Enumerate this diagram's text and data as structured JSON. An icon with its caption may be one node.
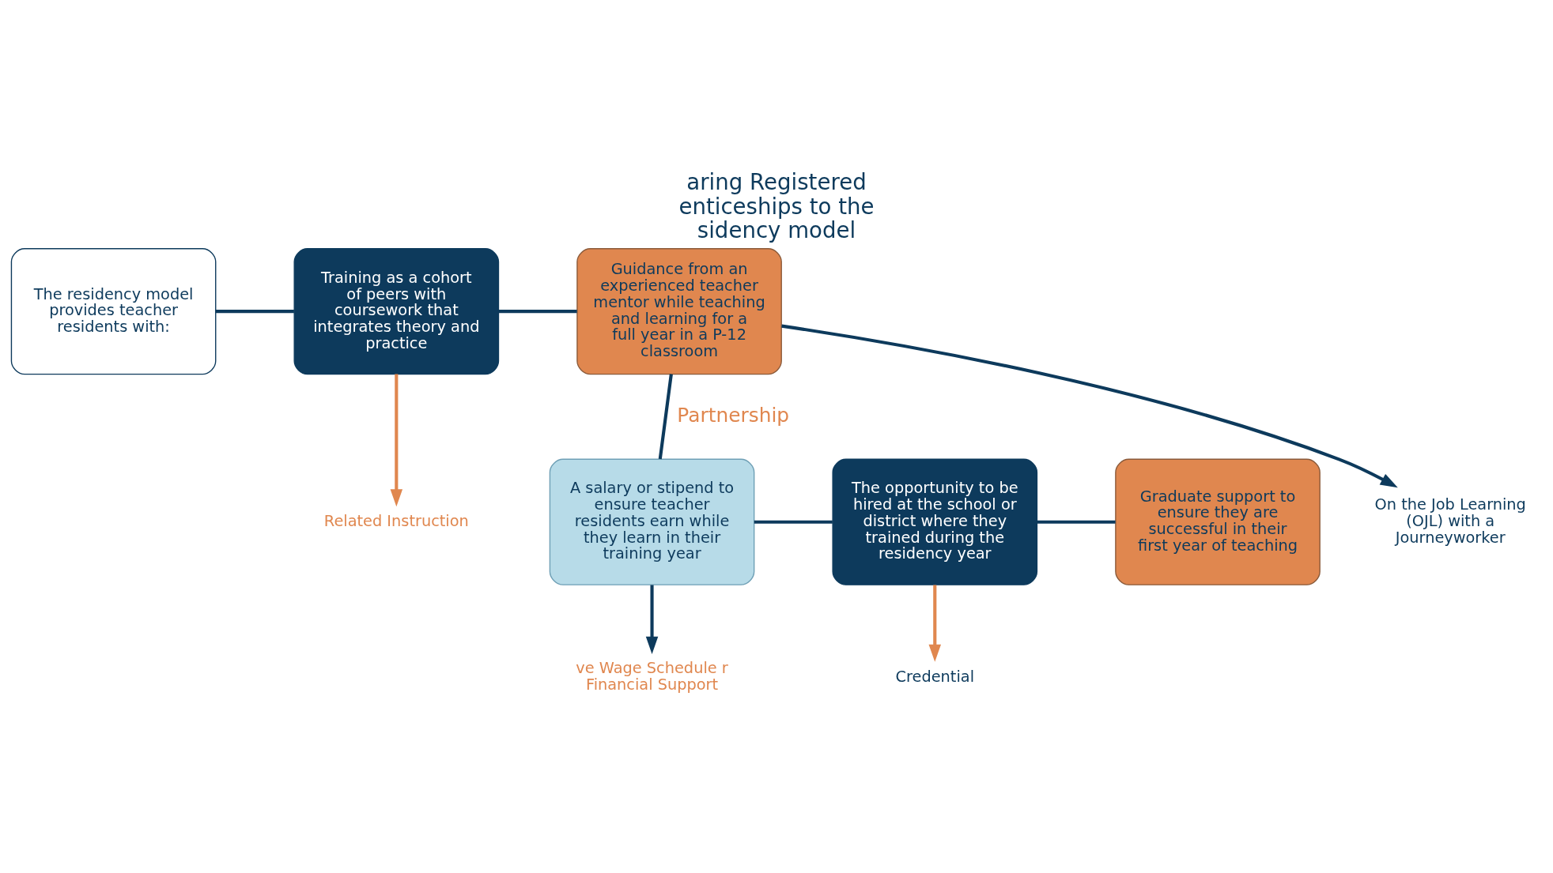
{
  "diagram": {
    "title": "aring Registered enticeships to the sidency model",
    "nodes": [
      {
        "text": [
          "The residency model provides teacher residents with:"
        ]
      },
      {
        "text": [
          "Training as a cohort of peers with coursework that integrates theory and practice"
        ]
      },
      {
        "text": [
          "Guidance from an experienced teacher mentor while teaching and learning for a full year in a P-12 classroom"
        ]
      },
      {
        "text": [
          "A salary or stipend to ensure teacher residents earn while they learn in their training year"
        ]
      },
      {
        "text": [
          "The opportunity to be hired at the school or district where they trained during the residency year"
        ]
      },
      {
        "text": [
          "Graduate support to ensure they are successful in their first year of teaching"
        ]
      },
      {
        "text": [
          "Related Instruction"
        ]
      },
      {
        "text": [
          "On the Job Learning (OJL) with a Journeyworker"
        ]
      },
      {
        "text": [
          "ve Wage Schedule r Financial Support"
        ]
      },
      {
        "text": [
          "Credential"
        ]
      }
    ],
    "edges": [
      {
        "from": 0,
        "to": 1,
        "arrow": "none"
      },
      {
        "from": 1,
        "to": 2,
        "arrow": "none"
      },
      {
        "from": 2,
        "to": 3,
        "arrow": "none",
        "label": "Partnership"
      },
      {
        "from": 3,
        "to": 4,
        "arrow": "none"
      },
      {
        "from": 4,
        "to": 5,
        "arrow": "none"
      },
      {
        "from": 1,
        "to": 6,
        "arrow": "to",
        "color": "#e0874f"
      },
      {
        "from": 2,
        "to": 7,
        "arrow": "to"
      },
      {
        "from": 3,
        "to": 8,
        "arrow": "to"
      },
      {
        "from": 4,
        "to": 9,
        "arrow": "to",
        "color": "#e0874f"
      }
    ]
  }
}
